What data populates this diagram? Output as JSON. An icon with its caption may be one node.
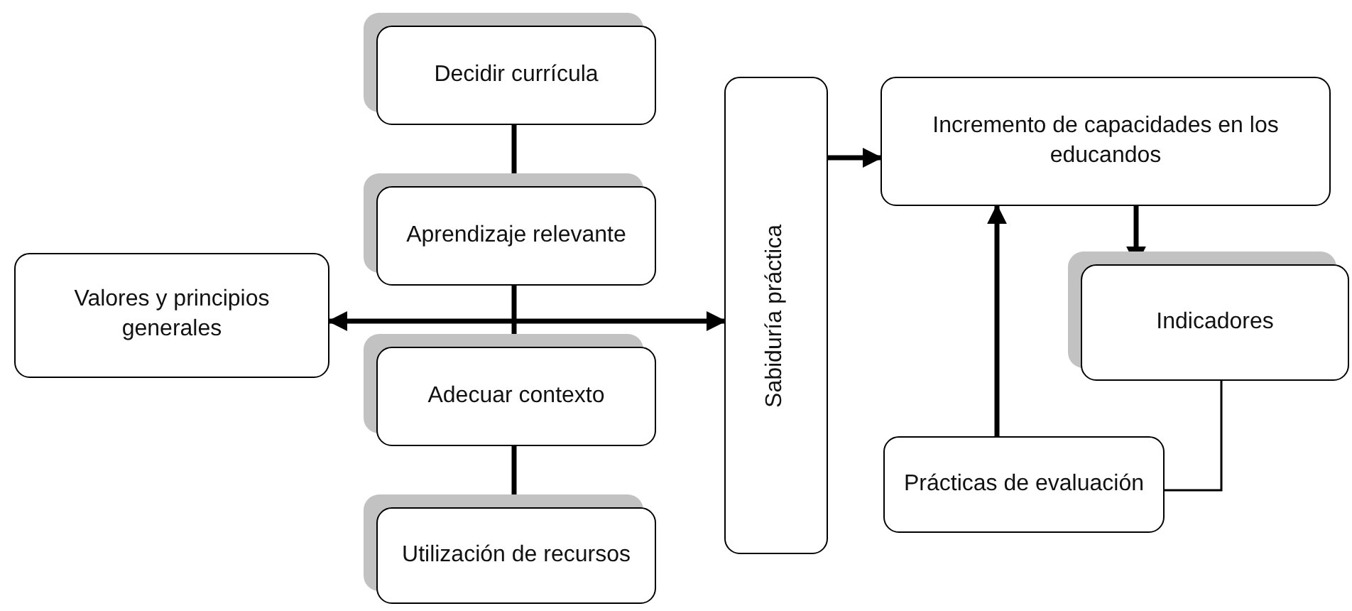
{
  "diagram": {
    "nodes": [
      {
        "text": [
          "Decidir currícula"
        ]
      },
      {
        "text": [
          "Aprendizaje relevante"
        ]
      },
      {
        "text": [
          "Valores y principios generales"
        ]
      },
      {
        "text": [
          "Adecuar contexto"
        ]
      },
      {
        "text": [
          "Utilización de recursos"
        ]
      },
      {
        "text": [
          "Sabiduría práctica"
        ]
      },
      {
        "text": [
          "Incremento de capacidades en los educandos"
        ]
      },
      {
        "text": [
          "Indicadores"
        ]
      },
      {
        "text": [
          "Prácticas de evaluación"
        ]
      }
    ],
    "edges": [
      {
        "from": 0,
        "to": 1,
        "arrow": "none"
      },
      {
        "from": 1,
        "to": 3,
        "arrow": "none"
      },
      {
        "from": 3,
        "to": 4,
        "arrow": "none"
      },
      {
        "from": 2,
        "to": 5,
        "arrow": "both"
      },
      {
        "from": 5,
        "to": 6,
        "arrow": "to"
      },
      {
        "from": 6,
        "to": 7,
        "arrow": "to"
      },
      {
        "from": 8,
        "to": 6,
        "arrow": "to"
      },
      {
        "from": 7,
        "to": 8,
        "arrow": "none"
      }
    ]
  }
}
